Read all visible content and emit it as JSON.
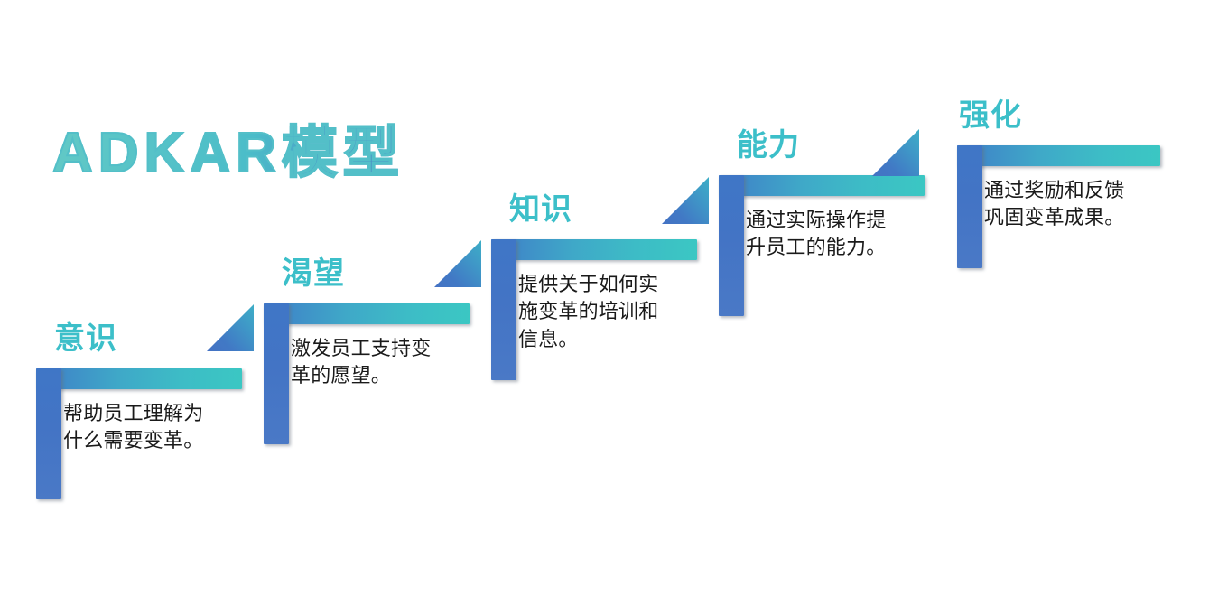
{
  "title": "ADKAR模型",
  "colors": {
    "heading": "#3CBFC9",
    "bar_blue": "#4472C4",
    "bar_teal": "#3BC6C4",
    "body_text": "#1A1A1A",
    "background": "#FFFFFF"
  },
  "steps": [
    {
      "key": "awareness",
      "heading": "意识",
      "description": "帮助员工理解为\n什么需要变革。"
    },
    {
      "key": "desire",
      "heading": "渴望",
      "description": "激发员工支持变\n革的愿望。"
    },
    {
      "key": "knowledge",
      "heading": "知识",
      "description": "提供关于如何实\n施变革的培训和\n信息。"
    },
    {
      "key": "ability",
      "heading": "能力",
      "description": "通过实际操作提\n升员工的能力。"
    },
    {
      "key": "reinforcement",
      "heading": "强化",
      "description": "通过奖励和反馈\n巩固变革成果。"
    }
  ]
}
